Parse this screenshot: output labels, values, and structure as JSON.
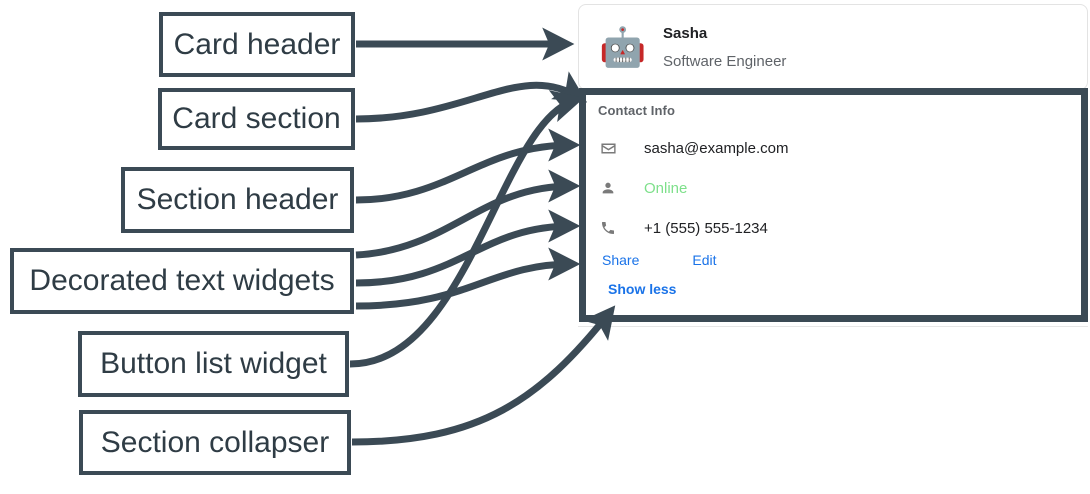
{
  "annotations": [
    {
      "id": "card-header",
      "label": "Card header"
    },
    {
      "id": "card-section",
      "label": "Card section"
    },
    {
      "id": "section-header",
      "label": "Section header"
    },
    {
      "id": "decorated-text",
      "label": "Decorated text widgets"
    },
    {
      "id": "button-list",
      "label": "Button list widget"
    },
    {
      "id": "section-collapser",
      "label": "Section collapser"
    }
  ],
  "card": {
    "header": {
      "avatar_icon": "robot-avatar",
      "avatar_glyph": "🤖",
      "title": "Sasha",
      "subtitle": "Software Engineer"
    },
    "section": {
      "header": "Contact Info",
      "rows": [
        {
          "icon": "mail-icon",
          "text": "sasha@example.com",
          "status": false
        },
        {
          "icon": "person-icon",
          "text": "Online",
          "status": true
        },
        {
          "icon": "phone-icon",
          "text": "+1 (555) 555-1234",
          "status": false
        }
      ],
      "buttons": [
        {
          "id": "share-button",
          "label": "Share"
        },
        {
          "id": "edit-button",
          "label": "Edit"
        }
      ],
      "collapser": {
        "id": "show-less-button",
        "label": "Show less"
      }
    }
  },
  "colors": {
    "annotation_stroke": "#3b4a55",
    "link": "#1a73e8",
    "status_online": "#7ee08b",
    "muted_text": "#5f6368",
    "card_border": "#e3e3e3"
  }
}
